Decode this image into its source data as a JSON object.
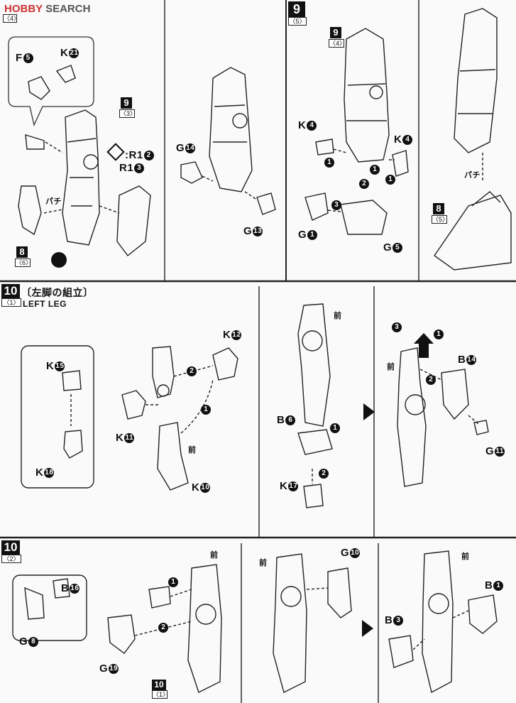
{
  "watermark": {
    "logo": "HOBBY",
    "text": "SEARCH"
  },
  "section_top": {
    "panel_a": {
      "sub_label": "〈4〉",
      "ref_step": "9",
      "ref_sub": "〈3〉",
      "callout_parts": [
        {
          "letter": "F",
          "num": "5"
        },
        {
          "letter": "K",
          "num": "21"
        }
      ],
      "sticker_label": ":R1",
      "sticker_num": "2",
      "part_r1": "R1",
      "part_r1_num": "3",
      "ref8": "8",
      "ref8_sub": "〈6〉",
      "pachi": "パチ"
    },
    "panel_b": {
      "parts": [
        {
          "letter": "G",
          "num": "14"
        },
        {
          "letter": "G",
          "num": "13"
        }
      ]
    },
    "panel_c": {
      "step": "9",
      "step_sub": "〈5〉",
      "ref_step": "9",
      "ref_sub": "〈4〉",
      "parts": [
        {
          "letter": "K",
          "num": "4"
        },
        {
          "letter": "K",
          "num": "4"
        },
        {
          "letter": "G",
          "num": "1"
        },
        {
          "letter": "G",
          "num": "5"
        }
      ],
      "arrows": [
        "1",
        "1",
        "1",
        "2",
        "3"
      ]
    },
    "panel_d": {
      "ref_step": "8",
      "ref_sub": "〈5〉",
      "pachi": "パチ"
    }
  },
  "section_10_1": {
    "step": "10",
    "step_sub": "〈1〉",
    "title_jp": "〔左脚の組立〕",
    "title_en": "LEFT LEG",
    "callout_parts": [
      {
        "letter": "K",
        "num": "15"
      },
      {
        "letter": "K",
        "num": "18"
      }
    ],
    "parts_a": [
      {
        "letter": "K",
        "num": "12"
      },
      {
        "letter": "K",
        "num": "11"
      },
      {
        "letter": "K",
        "num": "10"
      }
    ],
    "arrows_a": [
      "2",
      "1"
    ],
    "front": "前",
    "parts_b": [
      {
        "letter": "B",
        "num": "6"
      },
      {
        "letter": "K",
        "num": "17"
      }
    ],
    "arrows_b": [
      "1",
      "2"
    ],
    "parts_c": [
      {
        "letter": "B",
        "num": "14"
      },
      {
        "letter": "G",
        "num": "11"
      }
    ],
    "arrows_c": [
      "3",
      "1",
      "2"
    ]
  },
  "section_10_2": {
    "step": "10",
    "step_sub": "〈2〉",
    "callout_parts": [
      {
        "letter": "B",
        "num": "16"
      },
      {
        "letter": "G",
        "num": "8"
      }
    ],
    "parts_a": [
      {
        "letter": "G",
        "num": "19"
      }
    ],
    "arrows_a": [
      "1",
      "2"
    ],
    "ref_step": "10",
    "ref_sub": "〈1〉",
    "front": "前",
    "parts_b": [
      {
        "letter": "G",
        "num": "10"
      }
    ],
    "parts_c": [
      {
        "letter": "B",
        "num": "1"
      },
      {
        "letter": "B",
        "num": "3"
      }
    ]
  }
}
